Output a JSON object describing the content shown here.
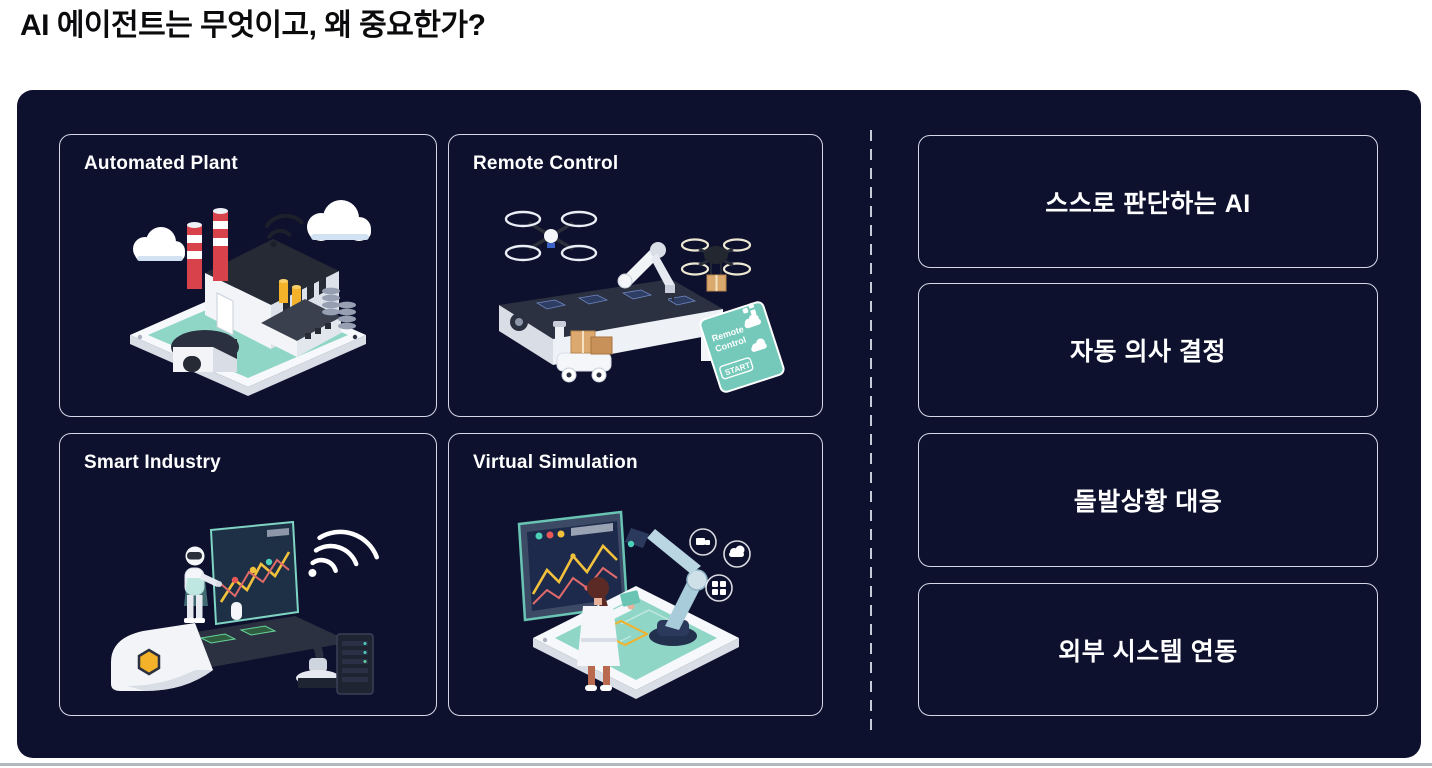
{
  "page": {
    "title": "AI 에이전트는 무엇이고, 왜 중요한가?"
  },
  "features": [
    {
      "label": "Automated Plant"
    },
    {
      "label": "Remote Control"
    },
    {
      "label": "Smart Industry"
    },
    {
      "label": "Virtual Simulation"
    }
  ],
  "benefits": [
    {
      "label": "스스로 판단하는 AI"
    },
    {
      "label": "자동 의사 결정"
    },
    {
      "label": "돌발상황 대응"
    },
    {
      "label": "외부 시스템 연동"
    }
  ],
  "illustrations": {
    "remote_panel": {
      "line1": "Remote",
      "line2": "Control",
      "start_label": "START"
    }
  },
  "colors": {
    "panel_background": "#0d112e",
    "card_border": "#d4d8e6",
    "title_text": "#0b0b0d",
    "text_on_dark": "#ffffff",
    "accent_teal": "#8fd6c6",
    "panel_teal": "#74c9ba",
    "chimney_red": "#d8434b",
    "accent_yellow": "#f3b229",
    "dark_machine": "#2b3140",
    "bottom_rule": "#b3b7c0"
  }
}
